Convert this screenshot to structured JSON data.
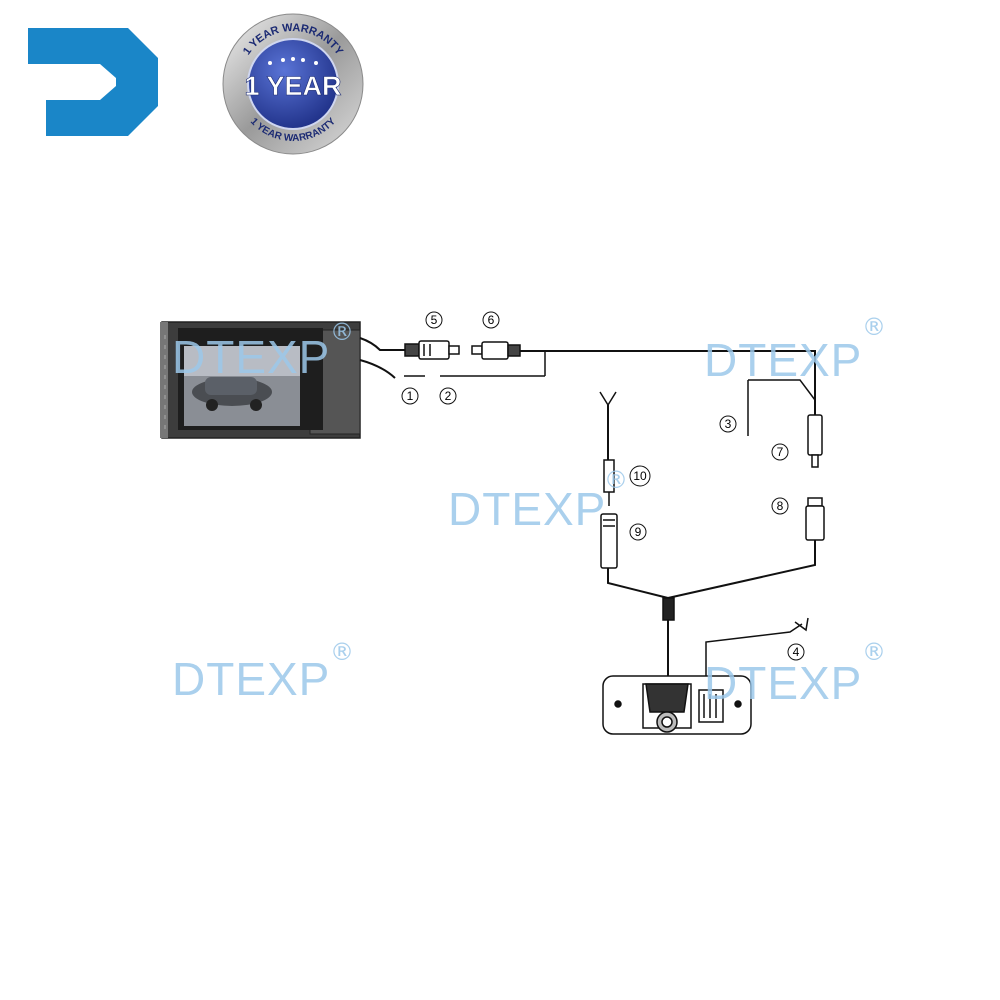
{
  "badge": {
    "top_text": "1 YEAR WARRANTY",
    "main_text": "1 YEAR",
    "bottom_text": "1 YEAR WARRANTY"
  },
  "watermark": {
    "text": "DTEXP",
    "reg": "®"
  },
  "callouts": [
    "1",
    "2",
    "3",
    "4",
    "5",
    "6",
    "7",
    "8",
    "9",
    "10"
  ],
  "colors": {
    "logo_blue": "#1a86c8",
    "badge_blue": "#2a3f9e",
    "watermark": "#9cc8ea",
    "line": "#111111"
  }
}
